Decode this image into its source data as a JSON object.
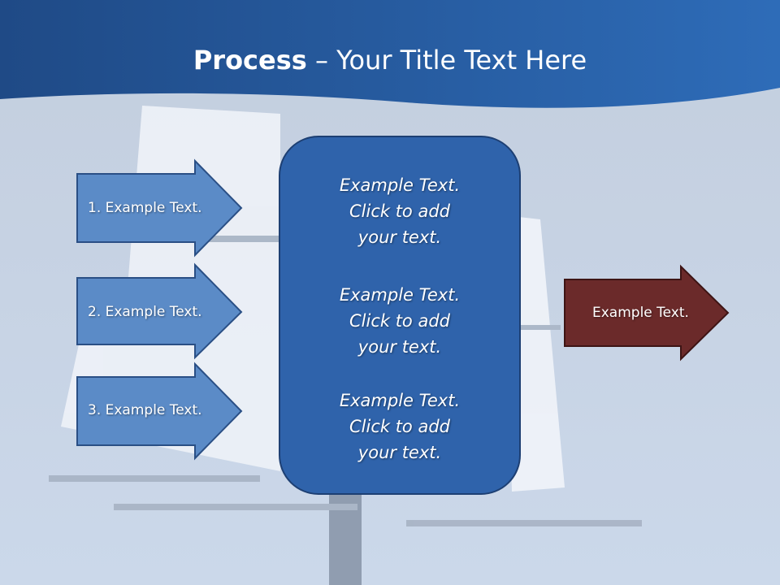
{
  "title": {
    "bold": "Process",
    "rest": " – Your Title Text Here"
  },
  "left_arrows": [
    {
      "label": "1. Example Text."
    },
    {
      "label": "2. Example Text."
    },
    {
      "label": "3. Example Text."
    }
  ],
  "center_box": {
    "blocks": [
      {
        "line1": "Example Text.",
        "line2": "Click  to add",
        "line3": "your text."
      },
      {
        "line1": "Example Text.",
        "line2": "Click  to add",
        "line3": "your text."
      },
      {
        "line1": "Example Text.",
        "line2": "Click  to add",
        "line3": "your text."
      }
    ]
  },
  "right_arrow": {
    "label": "Example Text."
  },
  "colors": {
    "header": "#2a5a9c",
    "left_arrow_fill": "#5b8bc7",
    "center_box_fill": "#2f63ab",
    "right_arrow_fill": "#6b2a2a"
  }
}
